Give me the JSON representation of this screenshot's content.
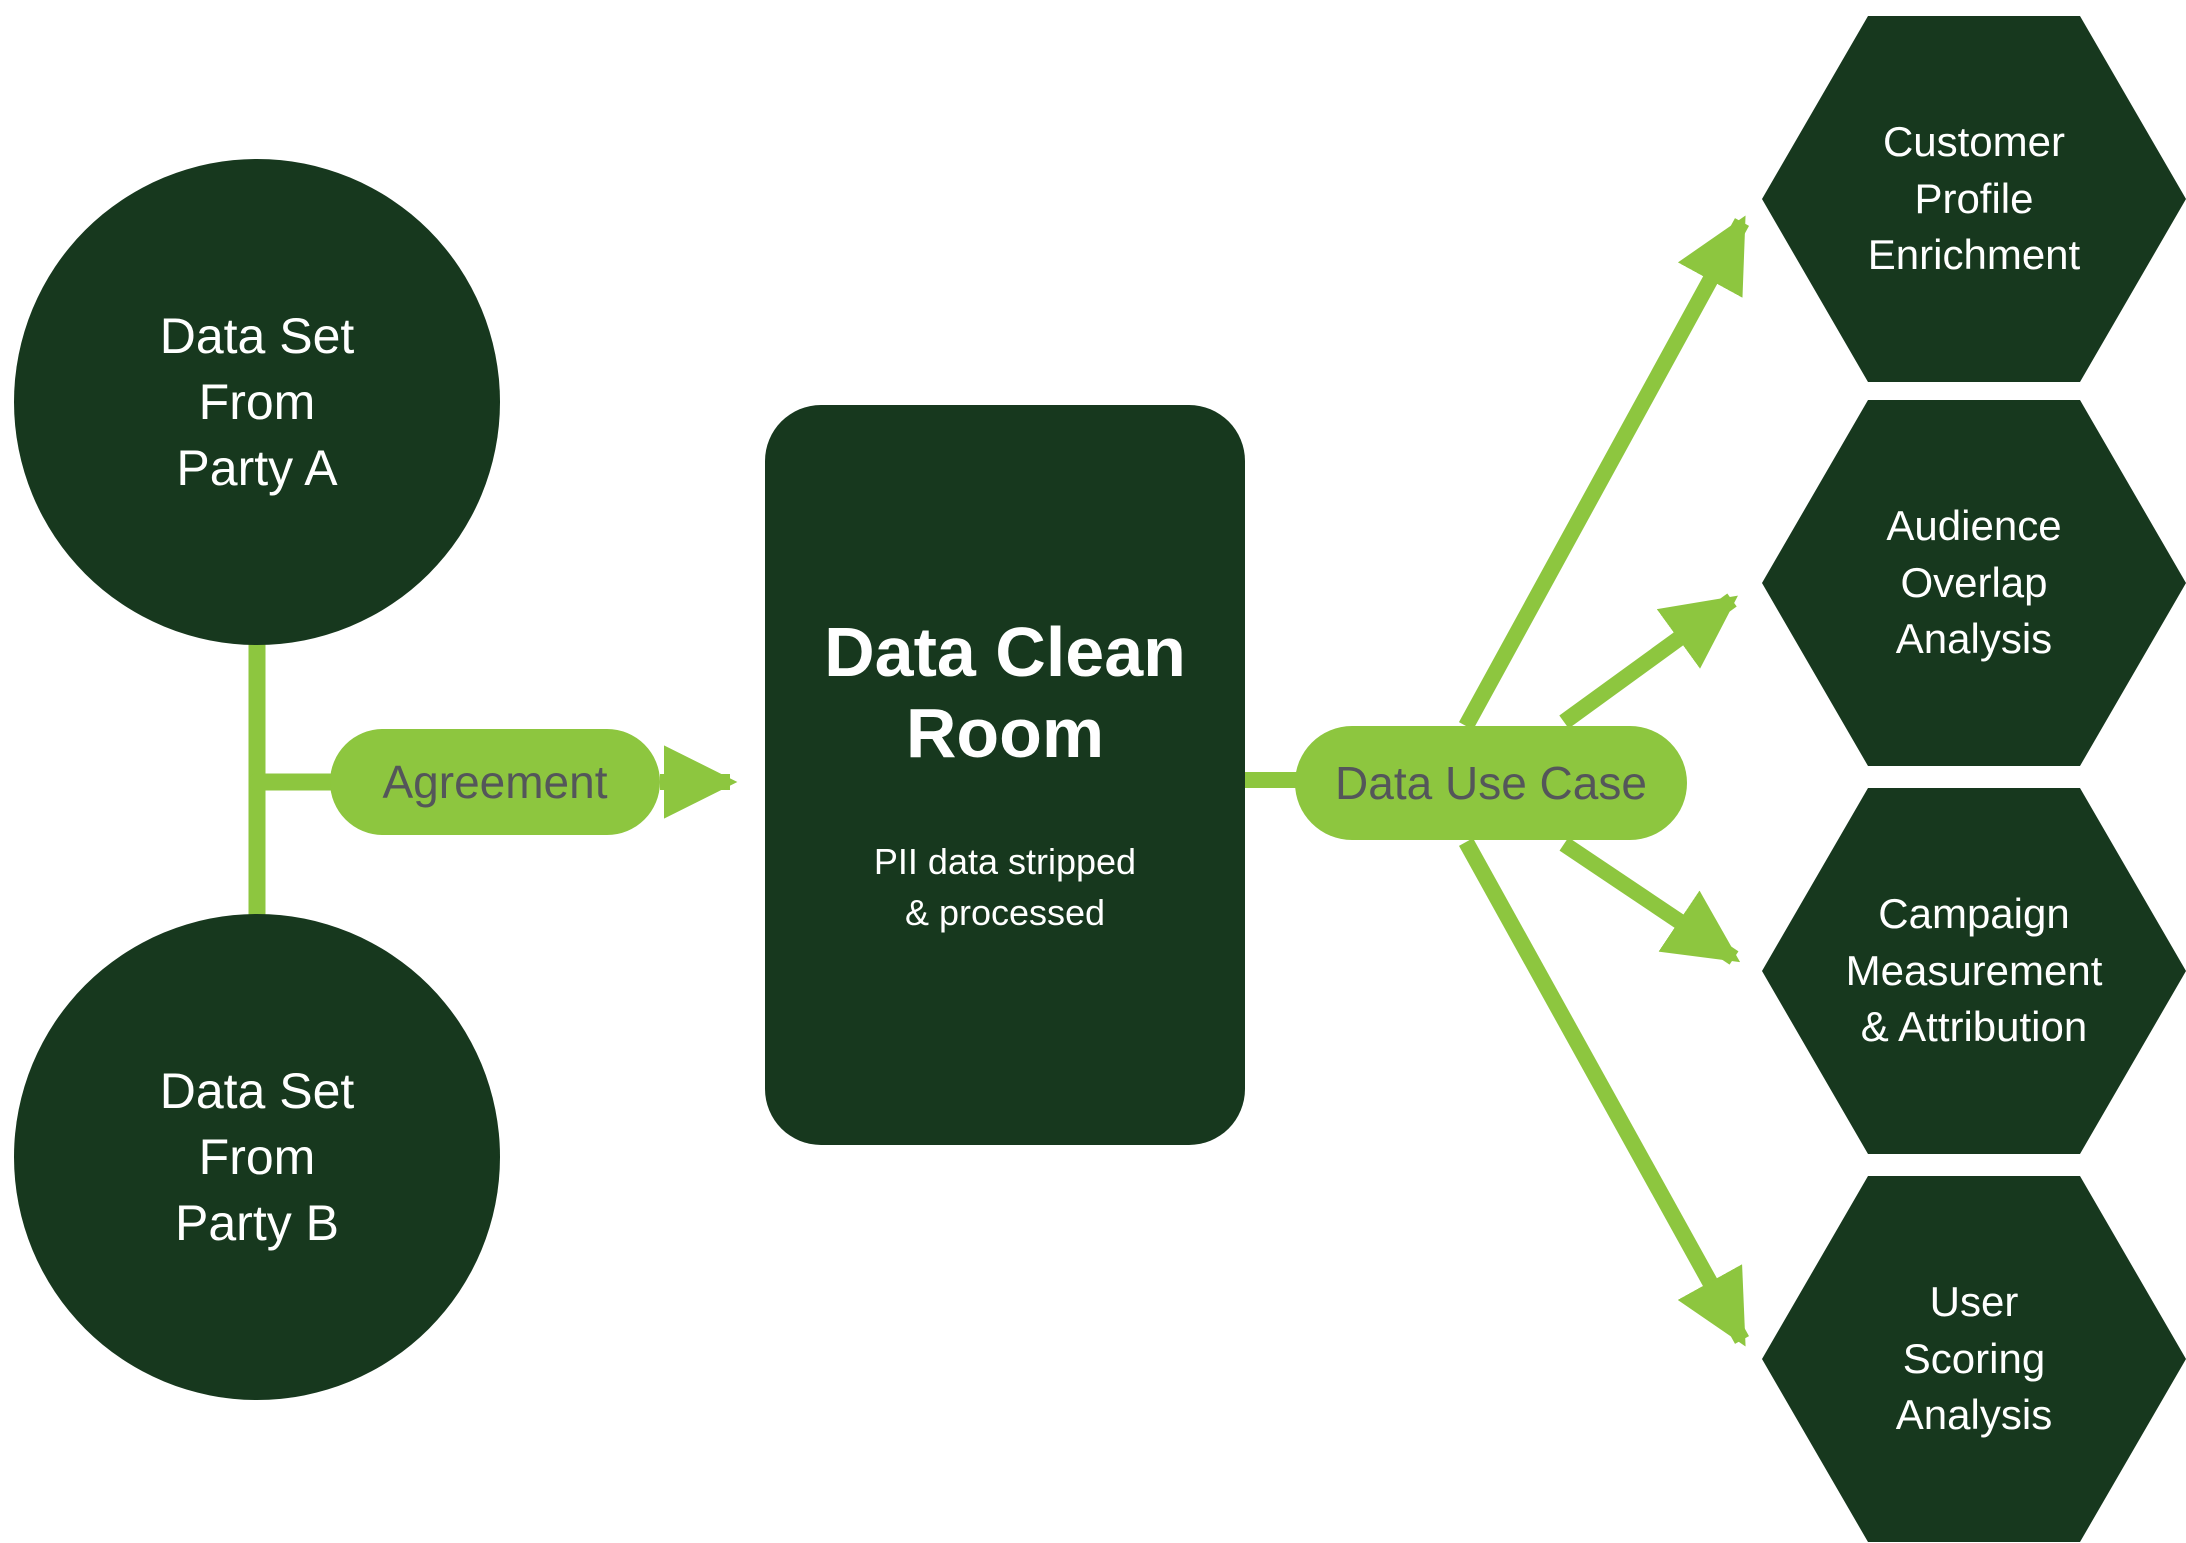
{
  "diagram": {
    "colors": {
      "dark_green": "#17381E",
      "accent_green": "#8DC63F",
      "pill_text": "#54565A",
      "node_text": "#FFFFFF"
    },
    "nodes": {
      "party_a": {
        "label": "Data Set\nFrom\nParty A"
      },
      "party_b": {
        "label": "Data Set\nFrom\nParty B"
      },
      "agreement": {
        "label": "Agreement"
      },
      "clean_room": {
        "title": "Data Clean\nRoom",
        "subtitle": "PII data stripped\n& processed"
      },
      "data_use_case": {
        "label": "Data Use Case"
      },
      "use_cases": [
        {
          "label": "Customer\nProfile\nEnrichment"
        },
        {
          "label": "Audience\nOverlap\nAnalysis"
        },
        {
          "label": "Campaign\nMeasurement\n& Attribution"
        },
        {
          "label": "User\nScoring\nAnalysis"
        }
      ]
    }
  }
}
